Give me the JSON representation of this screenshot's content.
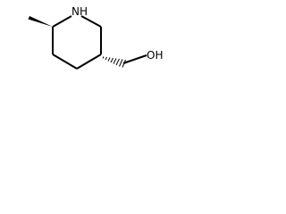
{
  "structure": {
    "atoms": {
      "nitrogen_label": "N",
      "nitrogen_hydrogen_label": "H",
      "hydroxyl_label": "OH"
    },
    "bond_color": "#000000",
    "background_color": "#ffffff"
  }
}
